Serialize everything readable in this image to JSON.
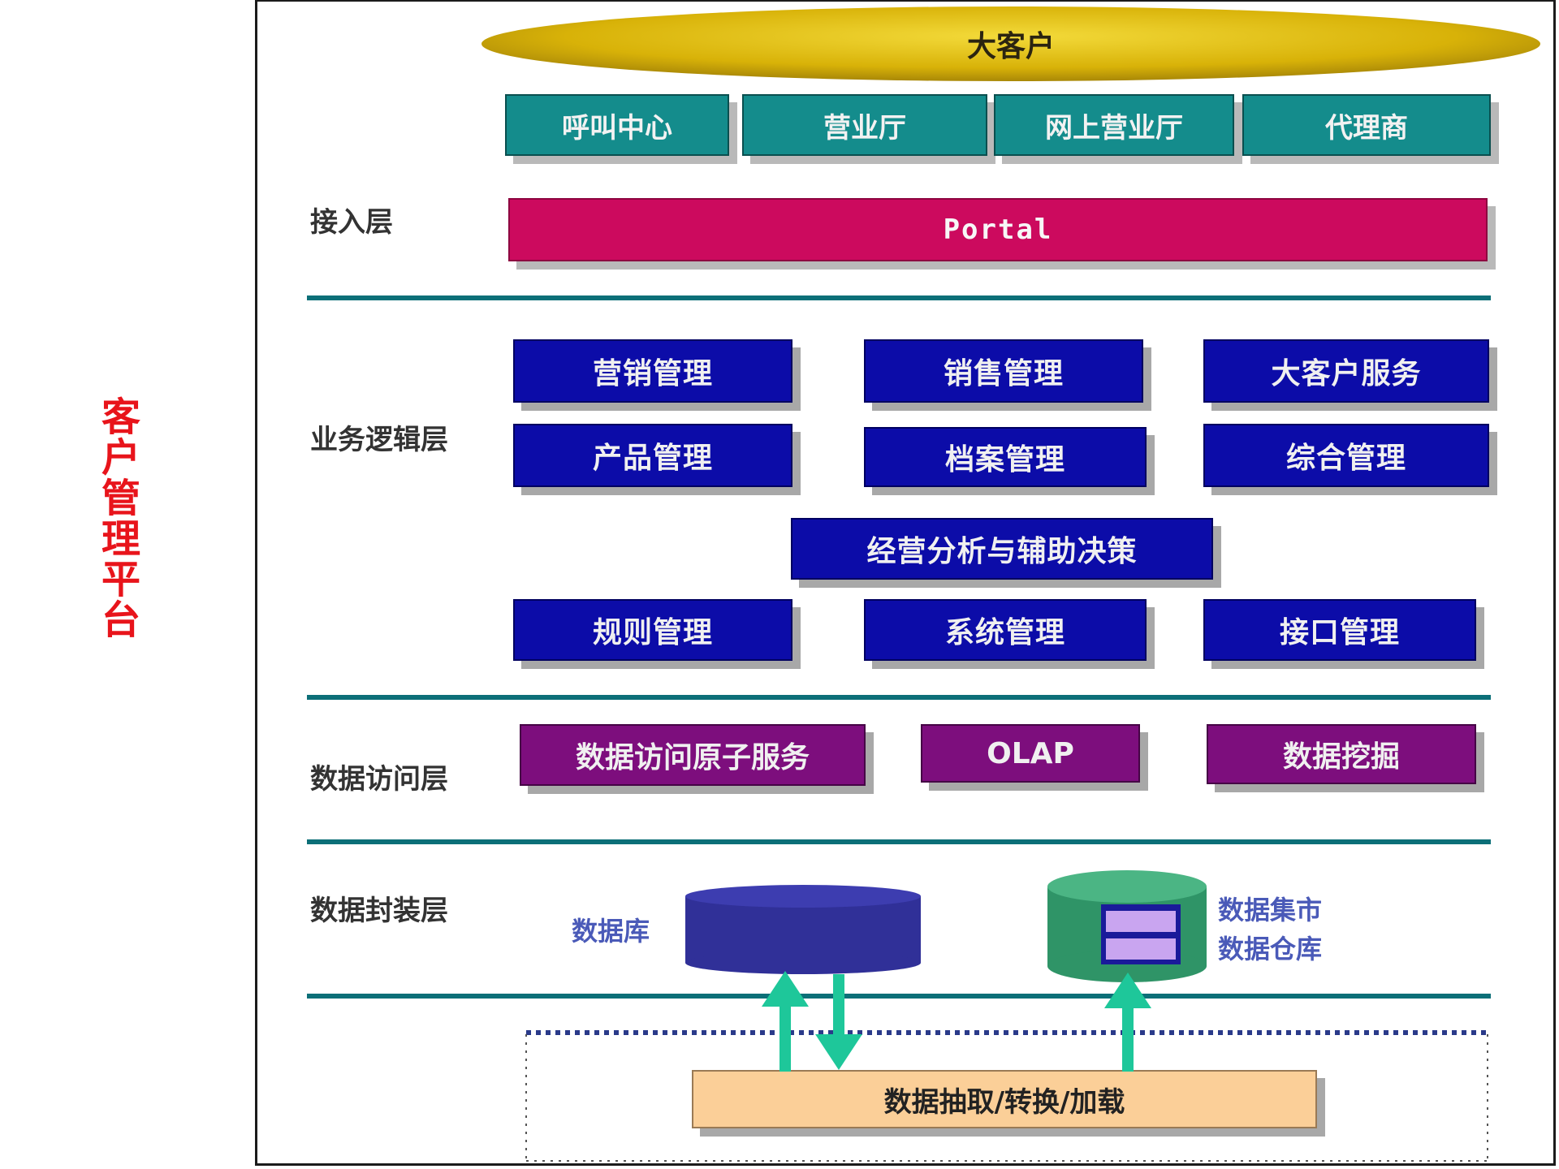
{
  "side_title": "客户管理平台",
  "top_customer": "大客户",
  "channels": [
    "呼叫中心",
    "营业厅",
    "网上营业厅",
    "代理商"
  ],
  "layers": {
    "access": "接入层",
    "business": "业务逻辑层",
    "data_access": "数据访问层",
    "data_encapsulation": "数据封装层"
  },
  "portal": "Portal",
  "business_modules": {
    "row1": [
      "营销管理",
      "销售管理",
      "大客户服务"
    ],
    "row2": [
      "产品管理",
      "档案管理",
      "综合管理"
    ],
    "center": "经营分析与辅助决策",
    "row3": [
      "规则管理",
      "系统管理",
      "接口管理"
    ]
  },
  "data_access_modules": [
    "数据访问原子服务",
    "OLAP",
    "数据挖掘"
  ],
  "storage": {
    "database": "数据库",
    "mart_line1": "数据集市",
    "mart_line2": "数据仓库"
  },
  "etl": "数据抽取/转换/加载",
  "colors": {
    "title_red": "#e8141b",
    "gold": "#d8b208",
    "teal": "#148c8c",
    "portal": "#cc0a5e",
    "blue": "#0c0ca8",
    "purple": "#7d0e7d",
    "divider": "#0c6f78",
    "arrow": "#1ec79a",
    "etl": "#fbcf98"
  }
}
